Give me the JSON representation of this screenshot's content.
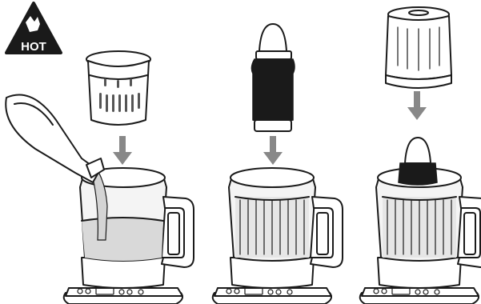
{
  "warning": {
    "label": "HOT",
    "icon": "hot-hand-warning-icon",
    "color": "#1a1a1a"
  },
  "steps": [
    {
      "name": "pour-water",
      "icons": [
        "water-bottle-icon",
        "tea-infuser-icon",
        "kettle-icon"
      ]
    },
    {
      "name": "insert-bottle",
      "icons": [
        "baby-bottle-icon",
        "kettle-icon"
      ]
    },
    {
      "name": "cover-with-lid",
      "icons": [
        "lid-cap-icon",
        "kettle-icon"
      ]
    }
  ],
  "colors": {
    "arrow": "#888888",
    "water": "#d9d9d9",
    "outline": "#1a1a1a"
  }
}
